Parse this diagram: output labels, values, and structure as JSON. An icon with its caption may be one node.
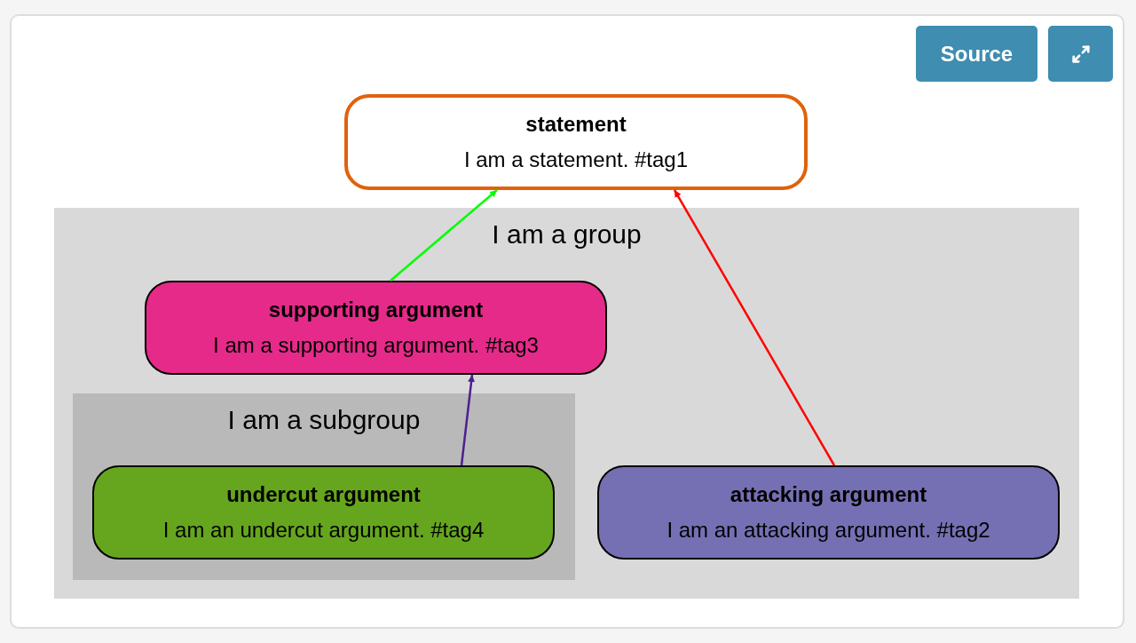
{
  "diagram": {
    "nodes": [
      {
        "text": [
          "statement",
          "I am a statement. #tag1"
        ]
      },
      {
        "text": [
          "I am a group"
        ]
      },
      {
        "text": [
          "supporting argument",
          "I am a supporting argument. #tag3"
        ],
        "in": 1
      },
      {
        "text": [
          "I am a subgroup"
        ],
        "in": 1
      },
      {
        "text": [
          "undercut argument",
          "I am an undercut argument. #tag4"
        ],
        "in": 3
      },
      {
        "text": [
          "attacking argument",
          "I am an attacking argument. #tag2"
        ],
        "in": 1
      }
    ],
    "edges": [
      {
        "from": 2,
        "to": 0,
        "arrow": "to",
        "color": "#00ff00"
      },
      {
        "from": 5,
        "to": 0,
        "arrow": "to",
        "color": "#ff0000"
      },
      {
        "from": 4,
        "to": 2,
        "arrow": "to",
        "color": "#4f1f91"
      }
    ],
    "labels": [
      "Source"
    ]
  }
}
